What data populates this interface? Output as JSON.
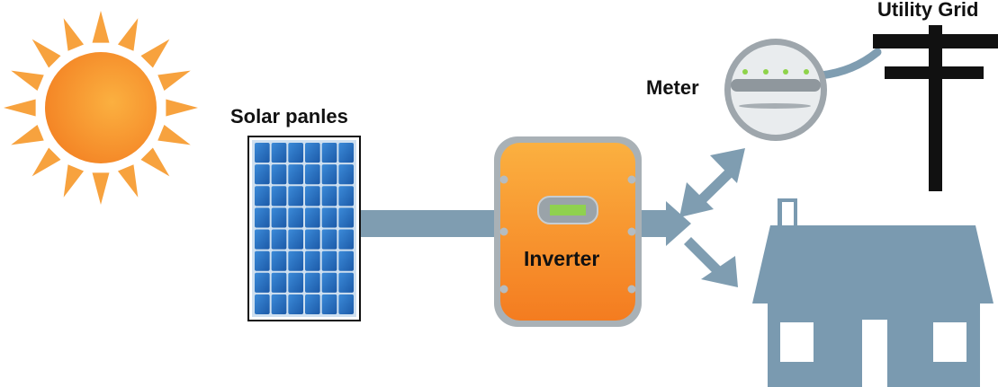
{
  "labels": {
    "solar_panels": "Solar panles",
    "inverter": "Inverter",
    "meter": "Meter",
    "utility_grid": "Utility Grid"
  },
  "icons": {
    "sun": "sun-icon",
    "solar_panel": "solar-panel-icon",
    "inverter": "inverter-icon",
    "meter": "electric-meter-icon",
    "grid": "utility-pole-icon",
    "house": "house-icon"
  },
  "colors": {
    "sun_orange": "#f5922a",
    "ray_orange": "#f7a23e",
    "connector_blue_gray": "#7f9db1",
    "panel_blue": "#2a6fc0",
    "inverter_orange": "#f79a2e",
    "display_green": "#8fd14f",
    "meter_led_green": "#8ed34a",
    "house_gray": "#7a9ab0",
    "pole_black": "#111111"
  }
}
